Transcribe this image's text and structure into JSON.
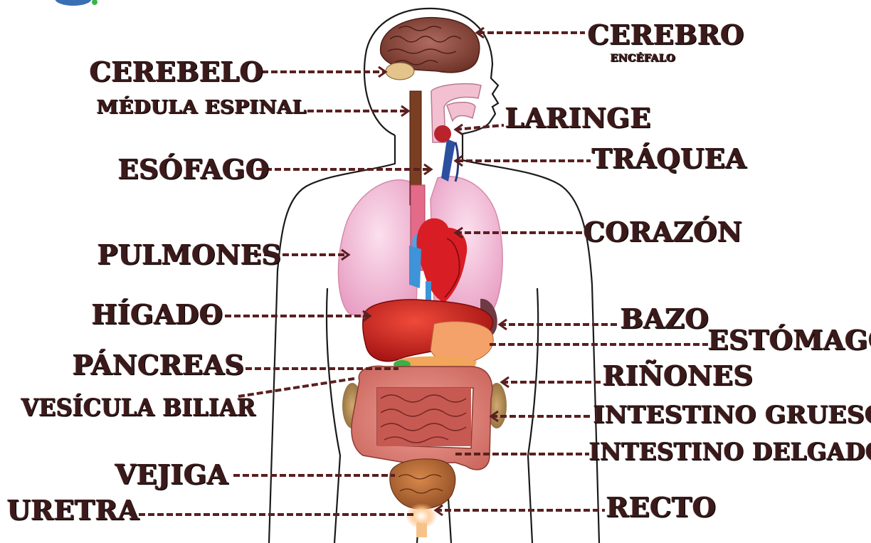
{
  "diagram": {
    "left_labels": [
      {
        "id": "cerebelo",
        "text": "CEREBELO"
      },
      {
        "id": "medula",
        "text": "MÉDULA ESPINAL"
      },
      {
        "id": "esofago",
        "text": "ESÓFAGO"
      },
      {
        "id": "pulmones",
        "text": "PULMONES"
      },
      {
        "id": "higado",
        "text": "HÍGADO"
      },
      {
        "id": "pancreas",
        "text": "PÁNCREAS"
      },
      {
        "id": "vesicula",
        "text": "VESÍCULA BILIAR"
      },
      {
        "id": "vejiga",
        "text": "VEJIGA"
      },
      {
        "id": "uretra",
        "text": "URETRA"
      }
    ],
    "right_labels": [
      {
        "id": "cerebro",
        "text": "CEREBRO"
      },
      {
        "id": "encefalo",
        "text": "ENCÉFALO"
      },
      {
        "id": "laringe",
        "text": "LARINGE"
      },
      {
        "id": "traquea",
        "text": "TRÁQUEA"
      },
      {
        "id": "corazon",
        "text": "CORAZÓN"
      },
      {
        "id": "bazo",
        "text": "BAZO"
      },
      {
        "id": "estomago",
        "text": "ESTÓMAGO"
      },
      {
        "id": "rinones",
        "text": "RIÑONES"
      },
      {
        "id": "intestino_grueso",
        "text": "INTESTINO GRUESO"
      },
      {
        "id": "intestino_delgado",
        "text": "INTESTINO DELGADO"
      },
      {
        "id": "recto",
        "text": "RECTO"
      }
    ],
    "label_color": "#3a1a1a",
    "leader_color": "#5a1f1f"
  }
}
